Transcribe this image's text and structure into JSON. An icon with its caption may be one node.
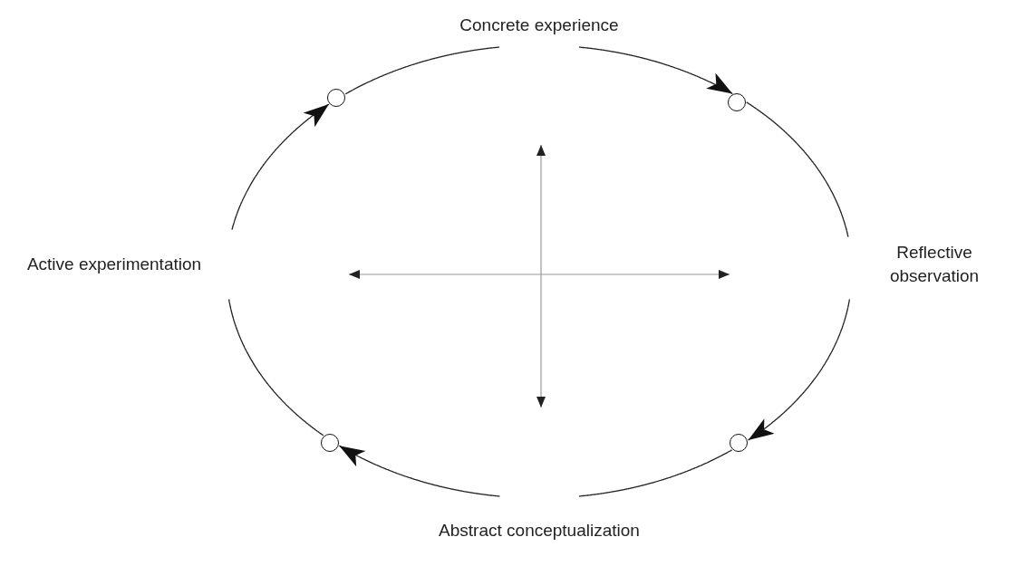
{
  "diagram": {
    "nodes": [
      {
        "text": [
          "Concrete experience"
        ]
      },
      {
        "text": [],
        "shape": "circle"
      },
      {
        "text": [],
        "shape": "circle"
      },
      {
        "text": [
          "Active experimentation"
        ]
      },
      {
        "text": [
          "Reflective observation"
        ]
      },
      {
        "text": [],
        "shape": "circle"
      },
      {
        "text": [],
        "shape": "circle"
      },
      {
        "text": [
          "Abstract conceptualization"
        ]
      }
    ],
    "edges": [
      {
        "from": 0,
        "to": 2,
        "arrow": "to"
      },
      {
        "from": 2,
        "to": 4,
        "arrow": "none"
      },
      {
        "from": 4,
        "to": 6,
        "arrow": "to"
      },
      {
        "from": 6,
        "to": 7,
        "arrow": "none"
      },
      {
        "from": 7,
        "to": 5,
        "arrow": "to"
      },
      {
        "from": 5,
        "to": 3,
        "arrow": "none"
      },
      {
        "from": 3,
        "to": 1,
        "arrow": "to"
      },
      {
        "from": 1,
        "to": 0,
        "arrow": "none"
      }
    ]
  }
}
